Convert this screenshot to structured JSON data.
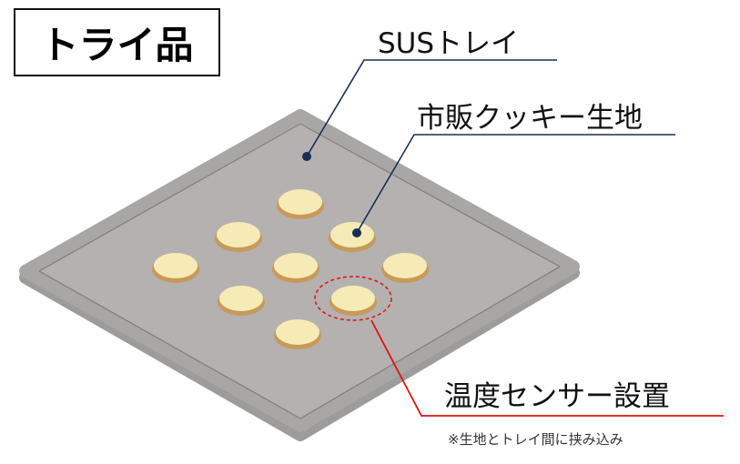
{
  "title": "トライ品",
  "labels": {
    "tray": "SUSトレイ",
    "dough": "市販クッキー生地",
    "sensor": "温度センサー設置",
    "note": "※生地とトレイ間に挟み込み"
  },
  "colors": {
    "tray": "#b5b1b1",
    "tray_rim": "#9a9797",
    "cookie": "#f6ebb7",
    "cookie_edge": "#c79a5a",
    "leader": "#1a2e55",
    "sensor": "#e01010"
  },
  "cookie_count": 9
}
